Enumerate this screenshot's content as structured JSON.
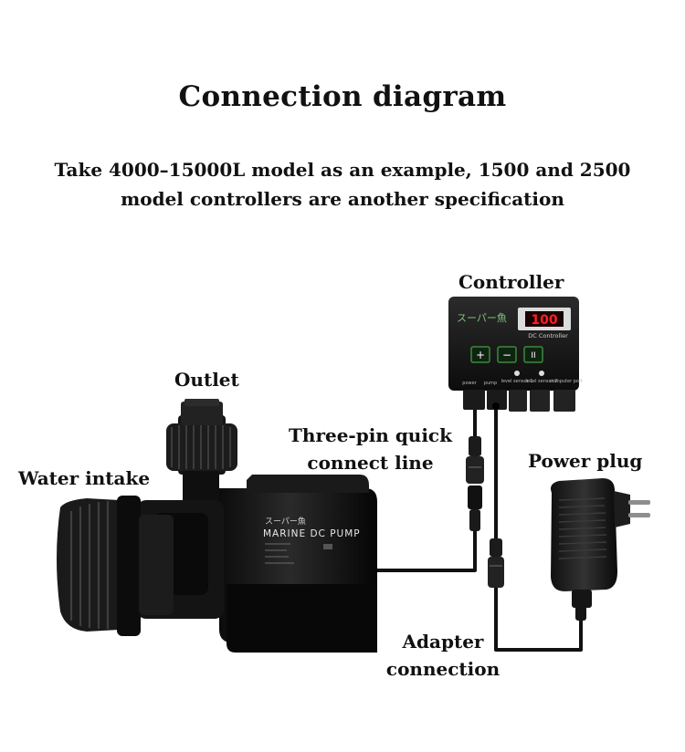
{
  "title": "Connection diagram",
  "subtitle": "Take 4000–15000L model as an example, 1500 and 2500 model controllers are another specification",
  "labels": {
    "controller": "Controller",
    "outlet": "Outlet",
    "three_pin": "Three-pin quick connect line",
    "water_intake": "Water intake",
    "power_plug": "Power plug",
    "adapter": "Adapter connection"
  },
  "controller_device": {
    "brand": "スーパー魚",
    "display": "100",
    "name": "DC Controller",
    "buttons": [
      "+",
      "−",
      "II"
    ],
    "ports": [
      "power",
      "pump",
      "level sensor 1",
      "level sensor 2",
      "computer port"
    ]
  },
  "pump_device": {
    "brand": "スーパー魚",
    "name": "MARINE DC PUMP"
  }
}
